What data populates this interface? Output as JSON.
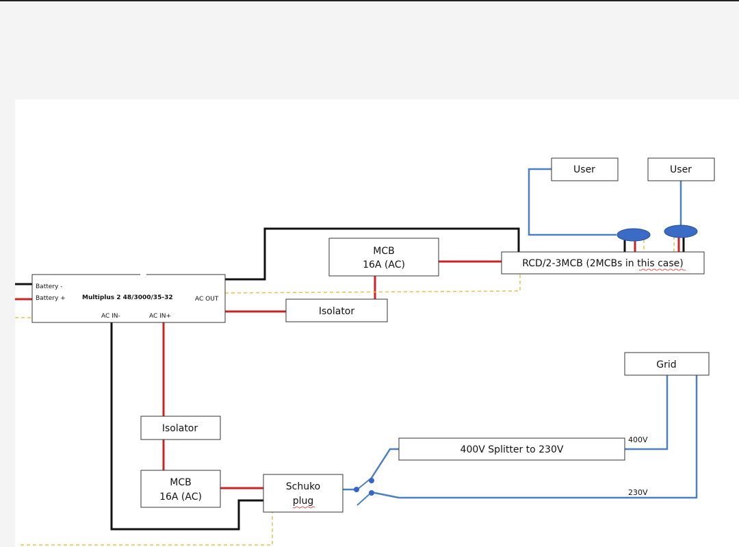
{
  "colors": {
    "background_top": "#f4f4f4",
    "canvas": "#ffffff",
    "wire_black": "#111111",
    "wire_red": "#cc2222",
    "wire_blue": "#4a7fc0",
    "wire_earth": "#e6c14a",
    "switch_blue": "#3366cc",
    "box_border": "#333333"
  },
  "inverter": {
    "name": "Multiplus 2 48/3000/35-32",
    "battery_minus": "Battery -",
    "battery_plus": "Battery +",
    "ac_out": "AC OUT",
    "ac_in_minus": "AC IN-",
    "ac_in_plus": "AC IN+"
  },
  "mcb_top": {
    "line1": "MCB",
    "line2": "16A (AC)"
  },
  "rcd": {
    "label": "RCD/2-3MCB (2MCBs in this case)"
  },
  "users": [
    "User",
    "User"
  ],
  "isolator_top": "Isolator",
  "isolator_bottom": "Isolator",
  "mcb_bottom": {
    "line1": "MCB",
    "line2": "16A (AC)"
  },
  "schuko": {
    "line1": "Schuko",
    "line2": "plug"
  },
  "splitter": "400V Splitter to 230V",
  "grid": "Grid",
  "wire_labels": {
    "v400": "400V",
    "v230": "230V"
  }
}
